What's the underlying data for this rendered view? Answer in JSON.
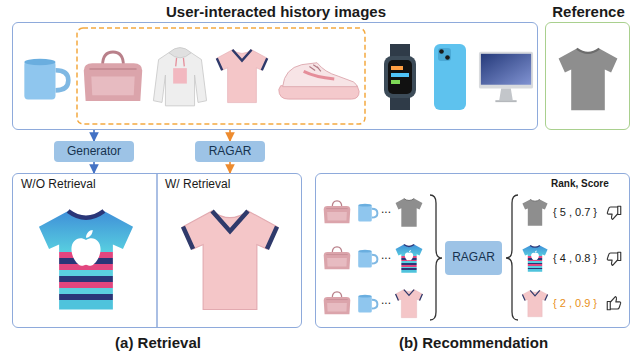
{
  "diagram": {
    "nodes": [
      {
        "text": [
          "User-interacted history images"
        ]
      },
      {
        "text": [
          "Reference"
        ]
      },
      {
        "text": [
          "Generator"
        ]
      },
      {
        "text": [
          "RAGAR"
        ]
      },
      {
        "text": [
          "W/O Retrieval",
          "W/ Retrieval",
          "(a) Retrieval"
        ]
      },
      {
        "text": [
          "(b) Recommendation"
        ]
      },
      {
        "text": [
          "RAGAR"
        ],
        "in": 5
      }
    ],
    "edges": [
      {
        "from": 0,
        "to": 2,
        "arrow": "to"
      },
      {
        "from": 0,
        "to": 3,
        "arrow": "to"
      },
      {
        "from": 2,
        "to": 4,
        "arrow": "to"
      },
      {
        "from": 3,
        "to": 4,
        "arrow": "to"
      }
    ],
    "labels": [
      "...",
      "...",
      "...",
      "Rank, Score",
      "{ 5 , 0.7 }",
      "{ 4 , 0.8 }",
      "{ 2 , 0.9 }"
    ]
  }
}
